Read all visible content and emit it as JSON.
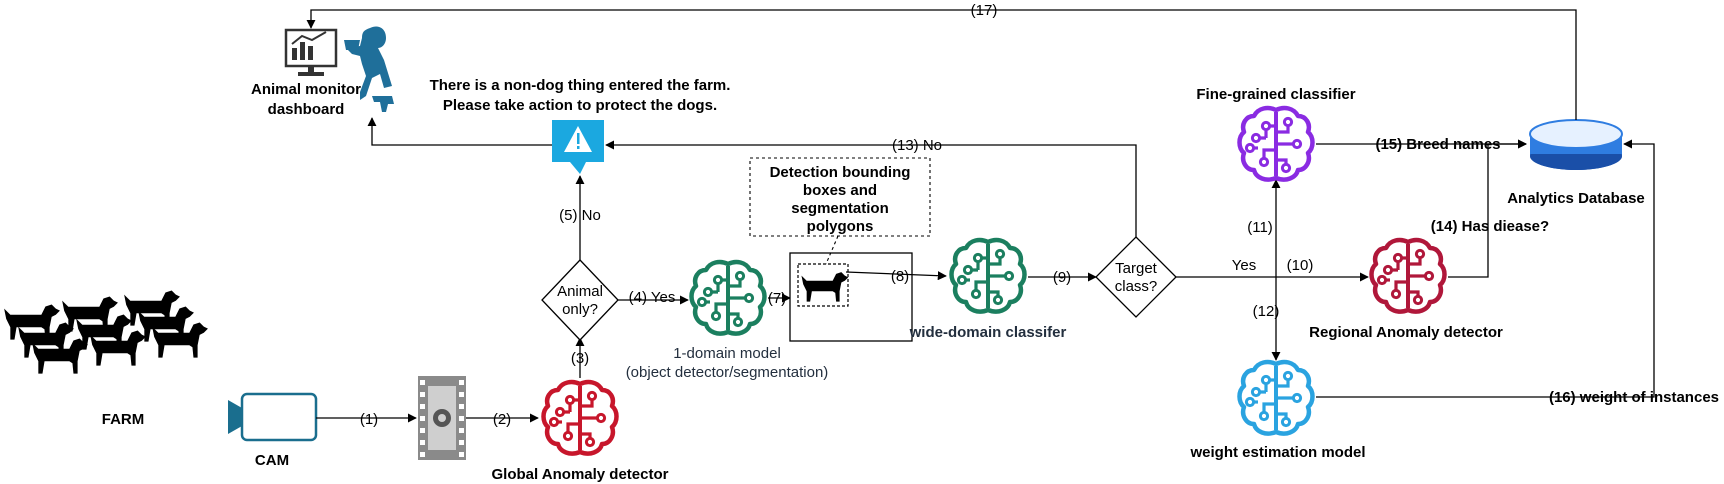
{
  "nodes": {
    "farm": "FARM",
    "cam": "CAM",
    "global_anomaly": "Global Anomaly detector",
    "decision_animal_line1": "Animal",
    "decision_animal_line2": "only?",
    "one_domain_line1": "1-domain model",
    "one_domain_line2": "(object detector/segmentation)",
    "detection_note_line1": "Detection bounding",
    "detection_note_line2": "boxes and",
    "detection_note_line3": "segmentation",
    "detection_note_line4": "polygons",
    "wide_domain": "wide-domain classifer",
    "decision_target_line1": "Target",
    "decision_target_line2": "class?",
    "fine_grained": "Fine-grained classifier",
    "regional_anomaly": "Regional Anomaly detector",
    "weight_model": "weight estimation model",
    "analytics_db": "Analytics Database",
    "dashboard_line1": "Animal monitor",
    "dashboard_line2": "dashboard",
    "alert_line1": "There is a non-dog thing entered the farm.",
    "alert_line2": "Please take action to protect the dogs."
  },
  "edges": {
    "e1": "(1)",
    "e2": "(2)",
    "e3": "(3)",
    "e4": "(4) Yes",
    "e5": "(5) No",
    "e7": "(7)",
    "e8": "(8)",
    "e9": "(9)",
    "e10_yes": "Yes",
    "e10": "(10)",
    "e11": "(11)",
    "e12": "(12)",
    "e13": "(13) No",
    "e14": "(14) Has diease?",
    "e15": "(15) Breed names",
    "e16": "(16) weight of instances",
    "e17": "(17)"
  },
  "colors": {
    "global_anomaly": "#c7162b",
    "one_domain": "#1b7f5f",
    "wide_domain": "#1b7f5f",
    "fine_grained": "#8a2be2",
    "regional_anomaly": "#b0173a",
    "weight_model": "#2aa3e0",
    "database": "#1f6fd1",
    "alert": "#1ba8e0",
    "cam": "#1a6e8e"
  },
  "icons": {
    "brain": "brain-circuit-icon",
    "camera": "camera-icon",
    "video": "video-frames-icon",
    "database": "database-icon",
    "alert": "alert-warning-icon",
    "dashboard": "dashboard-monitor-icon",
    "user": "user-silhouette-icon",
    "dog": "dog-icon",
    "farm": "dogs-herd-icon"
  }
}
